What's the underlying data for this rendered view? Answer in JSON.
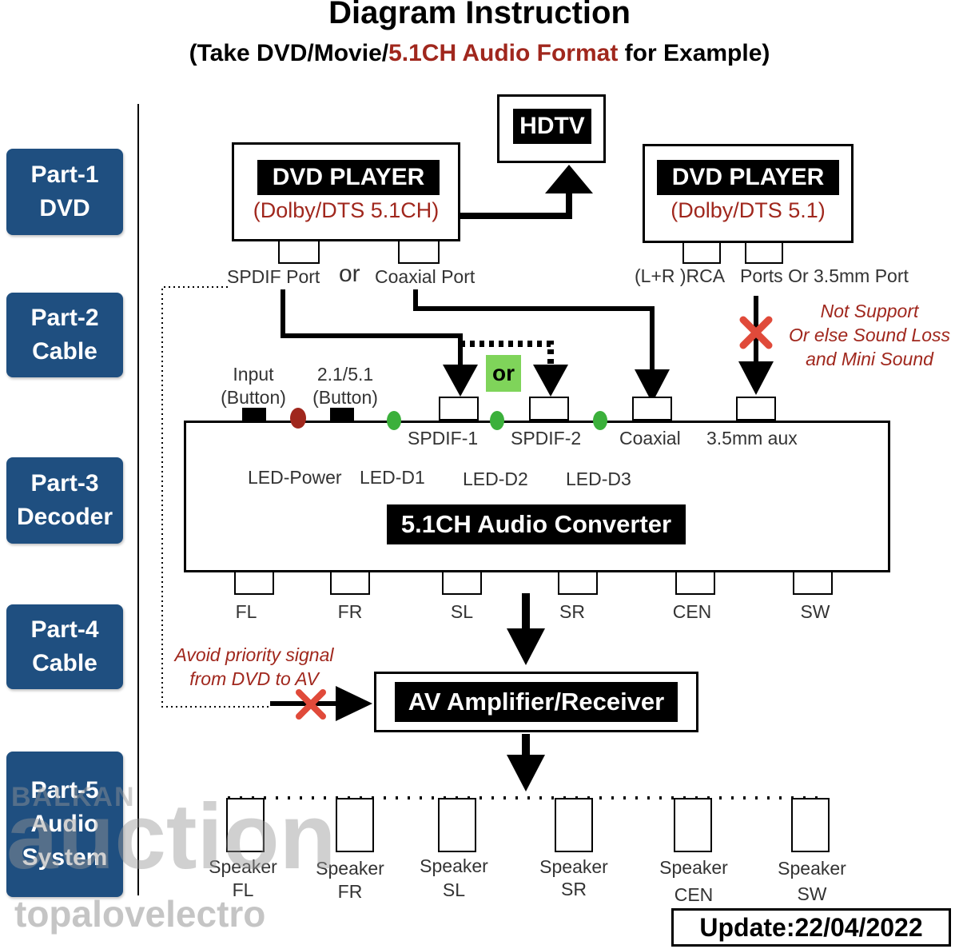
{
  "title": "Diagram Instruction",
  "subtitle": {
    "prefix": "(Take DVD/Movie/",
    "highlight": "5.1CH Audio Format",
    "suffix": " for Example)"
  },
  "parts": [
    {
      "line1": "Part-1",
      "line2": "DVD"
    },
    {
      "line1": "Part-2",
      "line2": "Cable"
    },
    {
      "line1": "Part-3",
      "line2": "Decoder"
    },
    {
      "line1": "Part-4",
      "line2": "Cable"
    },
    {
      "line1": "Part-5",
      "line2": "Audio",
      "line3": "System"
    }
  ],
  "hdtv": "HDTV",
  "dvd_left": {
    "name": "DVD  PLAYER",
    "format": "(Dolby/DTS 5.1CH)",
    "port1": "SPDIF Port",
    "or": "or",
    "port2": "Coaxial Port"
  },
  "dvd_right": {
    "name": "DVD  PLAYER",
    "format": "(Dolby/DTS 5.1)",
    "port1": "(L+R )RCA",
    "port2": "Ports Or 3.5mm Port"
  },
  "not_support_note": [
    "Not Support",
    "Or else Sound Loss",
    "and Mini Sound"
  ],
  "or_badge": "or",
  "converter": {
    "title": "5.1CH Audio Converter",
    "buttons": [
      {
        "line1": "Input",
        "line2": "(Button)"
      },
      {
        "line1": "2.1/5.1",
        "line2": "(Button)"
      }
    ],
    "inputs": [
      "SPDIF-1",
      "SPDIF-2",
      "Coaxial",
      "3.5mm aux"
    ],
    "leds": [
      "LED-Power",
      "LED-D1",
      "LED-D2",
      "LED-D3"
    ],
    "outputs": [
      "FL",
      "FR",
      "SL",
      "SR",
      "CEN",
      "SW"
    ]
  },
  "avoid_note": [
    "Avoid priority signal",
    "from DVD to AV"
  ],
  "amplifier": "AV Amplifier/Receiver",
  "speakers": [
    {
      "line1": "Speaker",
      "line2": "FL"
    },
    {
      "line1": "Speaker",
      "line2": "FR"
    },
    {
      "line1": "Speaker",
      "line2": "SL"
    },
    {
      "line1": "Speaker",
      "line2": "SR"
    },
    {
      "line1": "Speaker",
      "line2": "CEN"
    },
    {
      "line1": "Speaker",
      "line2": "SW"
    }
  ],
  "update": "Update:22/04/2022",
  "watermark": {
    "line1": "BALKAN",
    "line2": "auction",
    "line3": "topalovelectro"
  },
  "colors": {
    "accent_red": "#a0271d",
    "part_blue": "#1f4f80",
    "led_green": "#3bb03b",
    "or_badge_green": "#7fd45a"
  }
}
